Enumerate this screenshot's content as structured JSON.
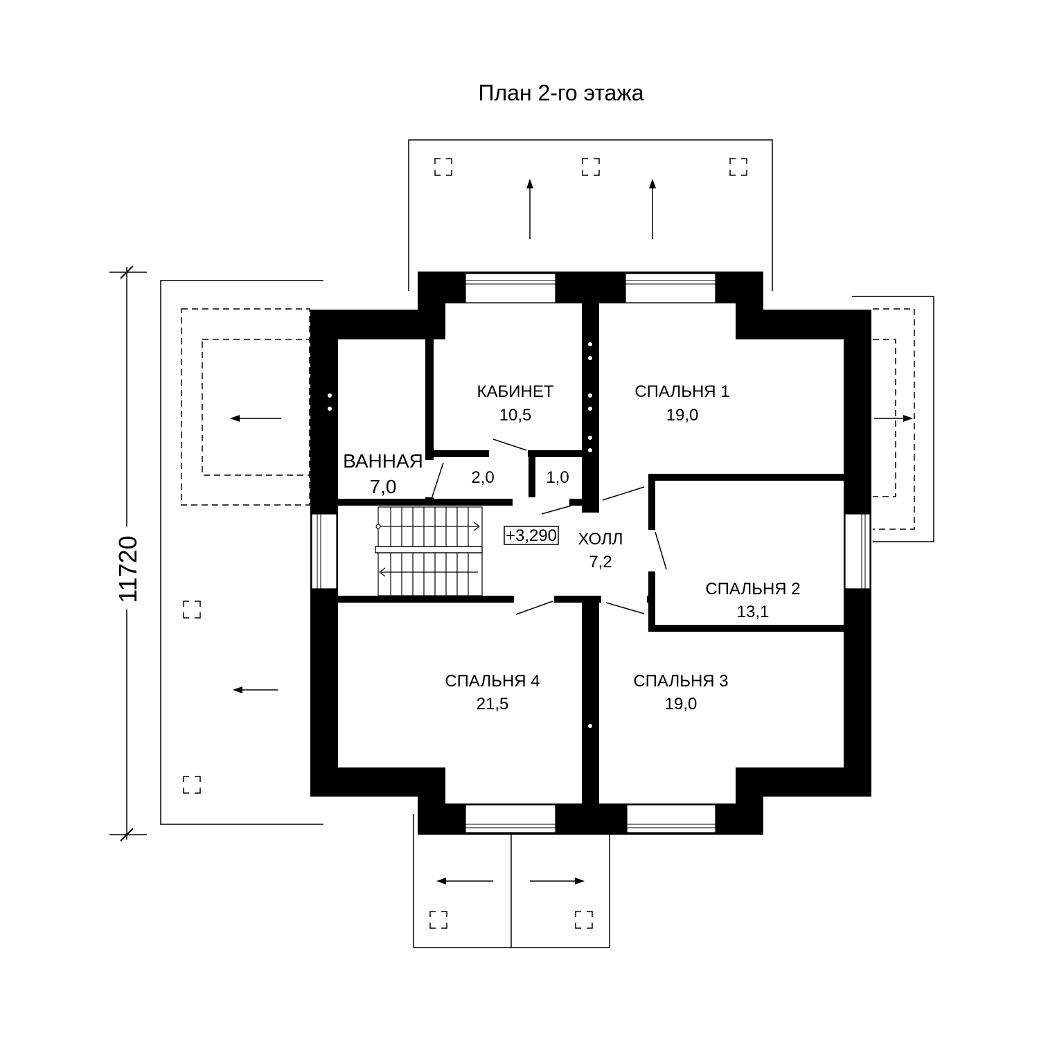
{
  "title": "План 2-го этажа",
  "dimension": "11720",
  "elevation_mark": "+3,290",
  "rooms": {
    "office": {
      "name": "КАБИНЕТ",
      "area": "10,5"
    },
    "bedroom1": {
      "name": "СПАЛЬНЯ 1",
      "area": "19,0"
    },
    "bathroom": {
      "name": "ВАННАЯ",
      "area": "7,0"
    },
    "storage_a": {
      "area": "2,0"
    },
    "storage_b": {
      "area": "1,0"
    },
    "hall": {
      "name": "ХОЛЛ",
      "area": "7,2"
    },
    "bedroom2": {
      "name": "СПАЛЬНЯ 2",
      "area": "13,1"
    },
    "bedroom4": {
      "name": "СПАЛЬНЯ 4",
      "area": "21,5"
    },
    "bedroom3": {
      "name": "СПАЛЬНЯ 3",
      "area": "19,0"
    }
  }
}
